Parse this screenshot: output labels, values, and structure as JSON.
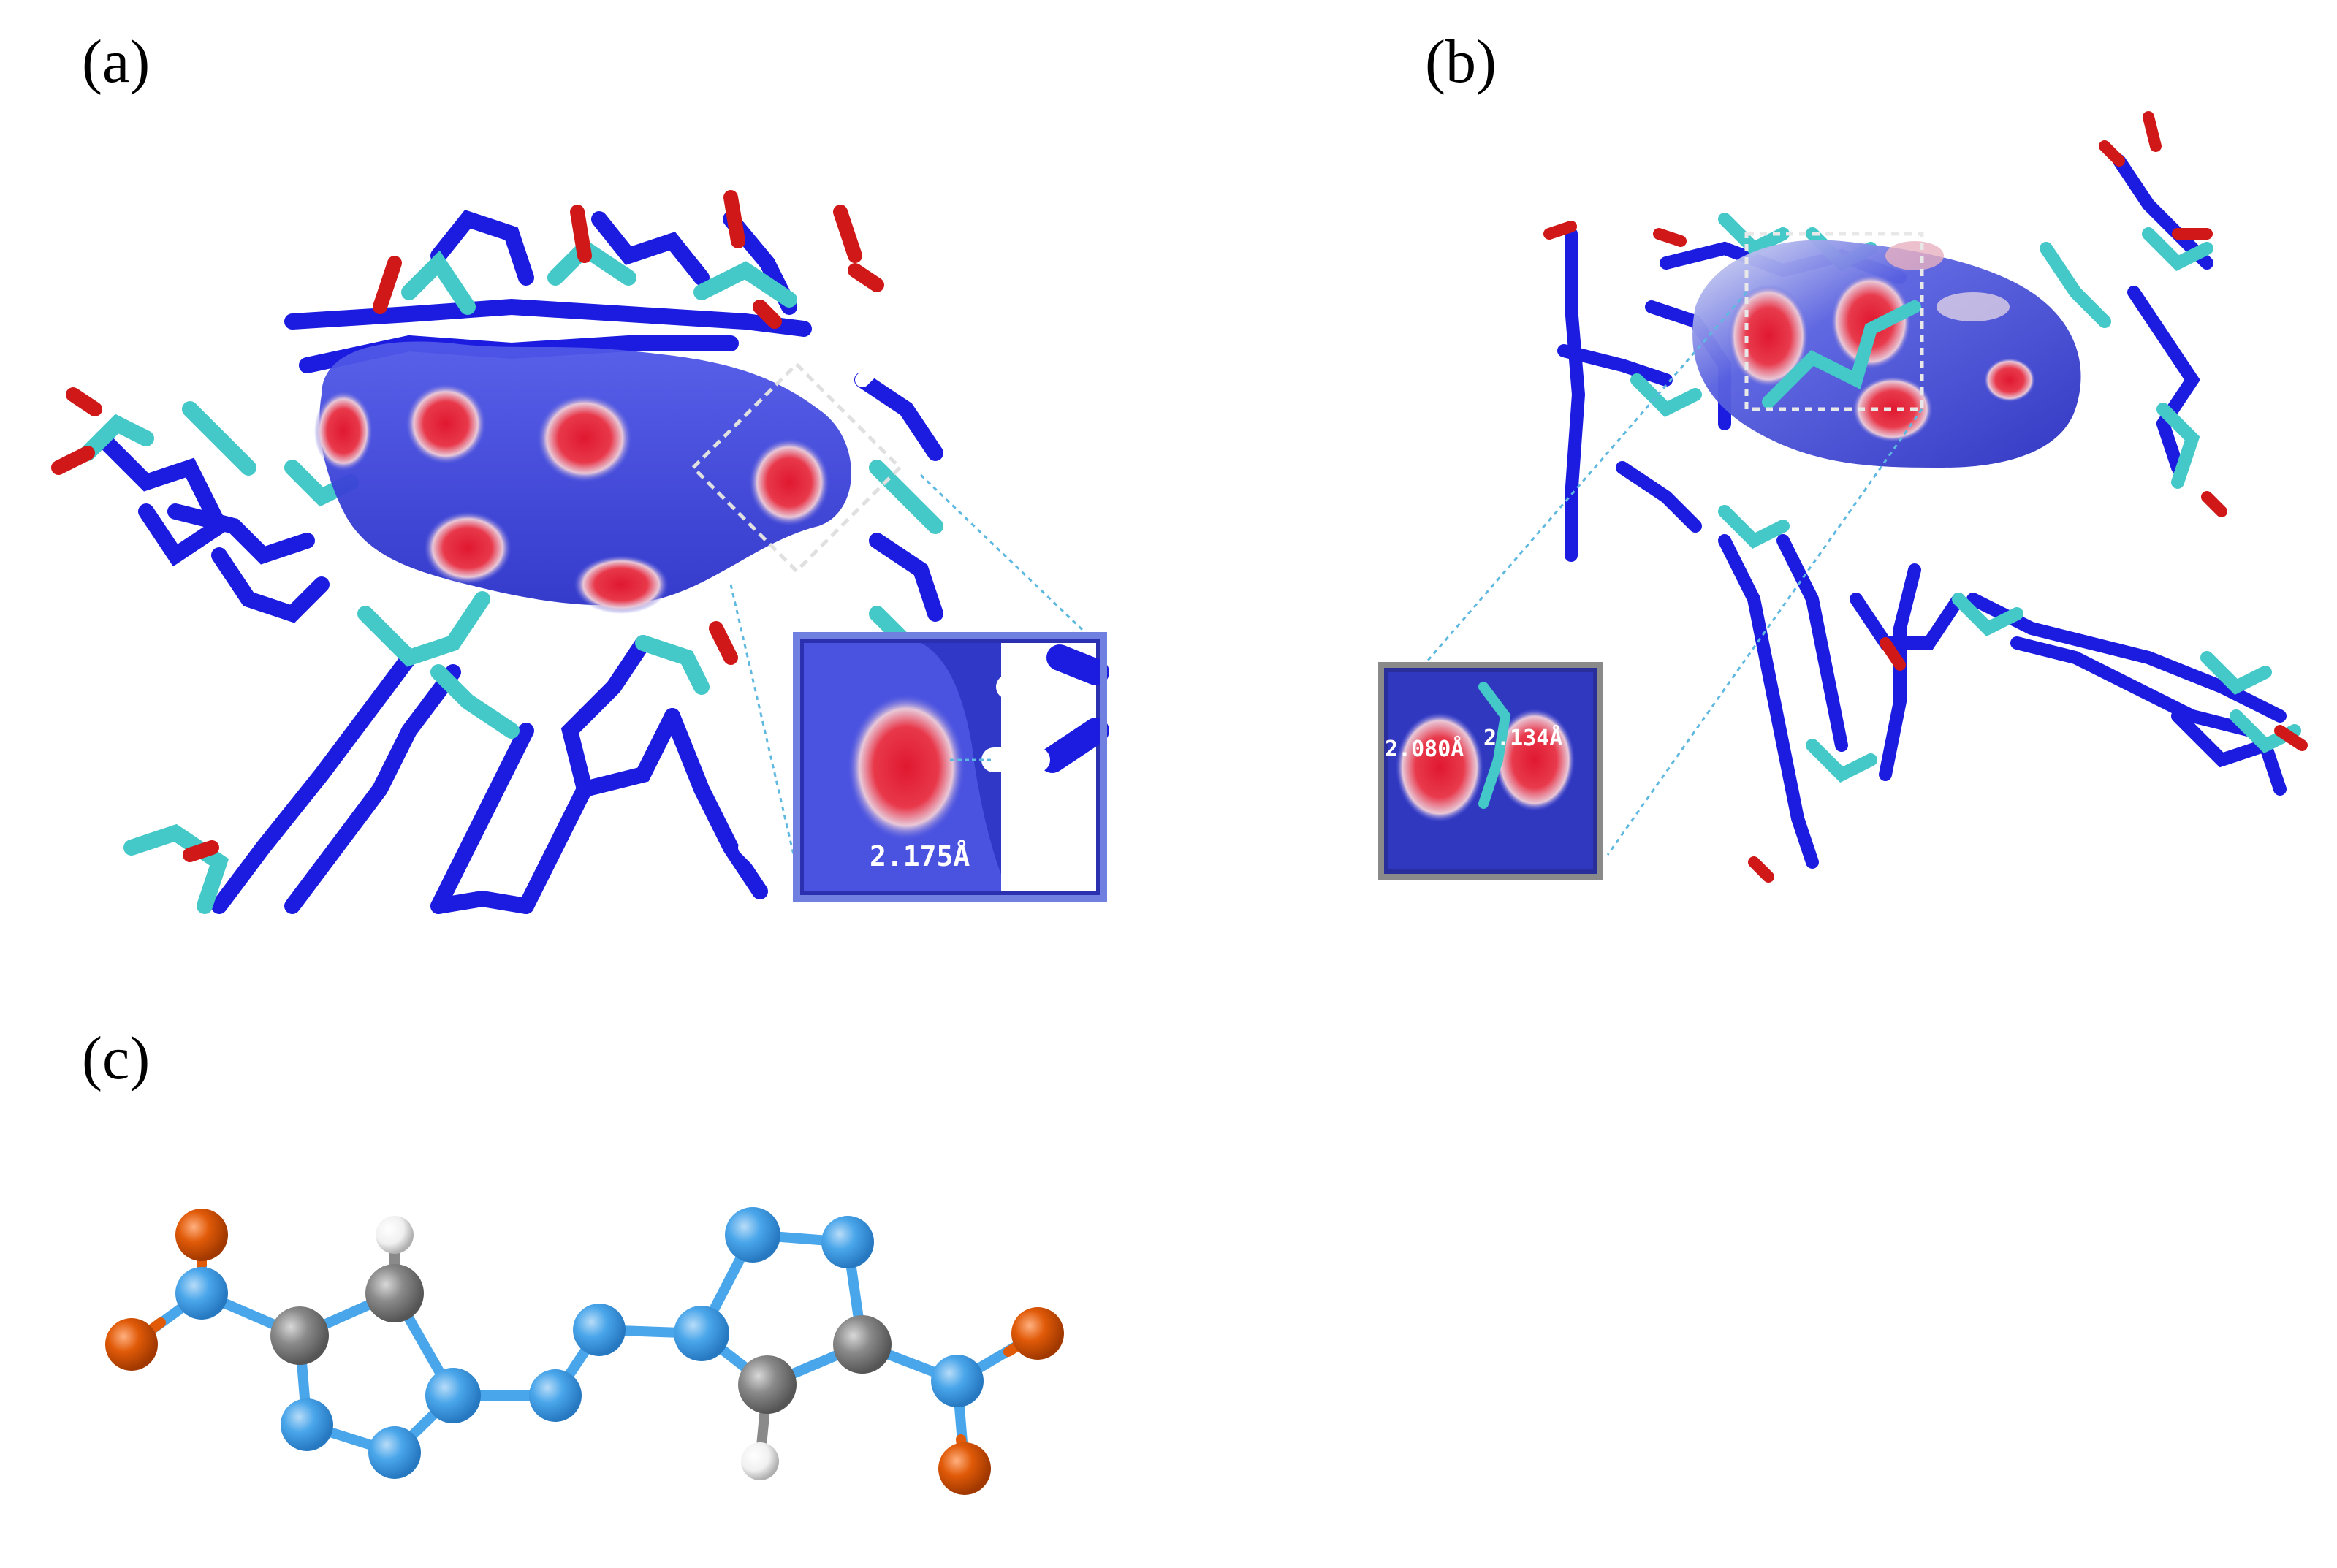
{
  "panels": {
    "a": {
      "label": "(a)",
      "distance": "2.175Å"
    },
    "b": {
      "label": "(b)",
      "distances": [
        "2.080Å",
        "2.134Å"
      ]
    },
    "c": {
      "label": "(c)"
    }
  },
  "colors": {
    "stick_blue": "#1c1ce0",
    "stick_cyan": "#44c8c8",
    "stick_red": "#d01818",
    "surface_blue": "#3a44d8",
    "hotspot_red": "#e01830",
    "atom_n": "#4aa6ea",
    "atom_c": "#8a8a8a",
    "atom_o": "#e05a08",
    "atom_h": "#ffffff",
    "zoom_line": "#5fb8e0"
  }
}
